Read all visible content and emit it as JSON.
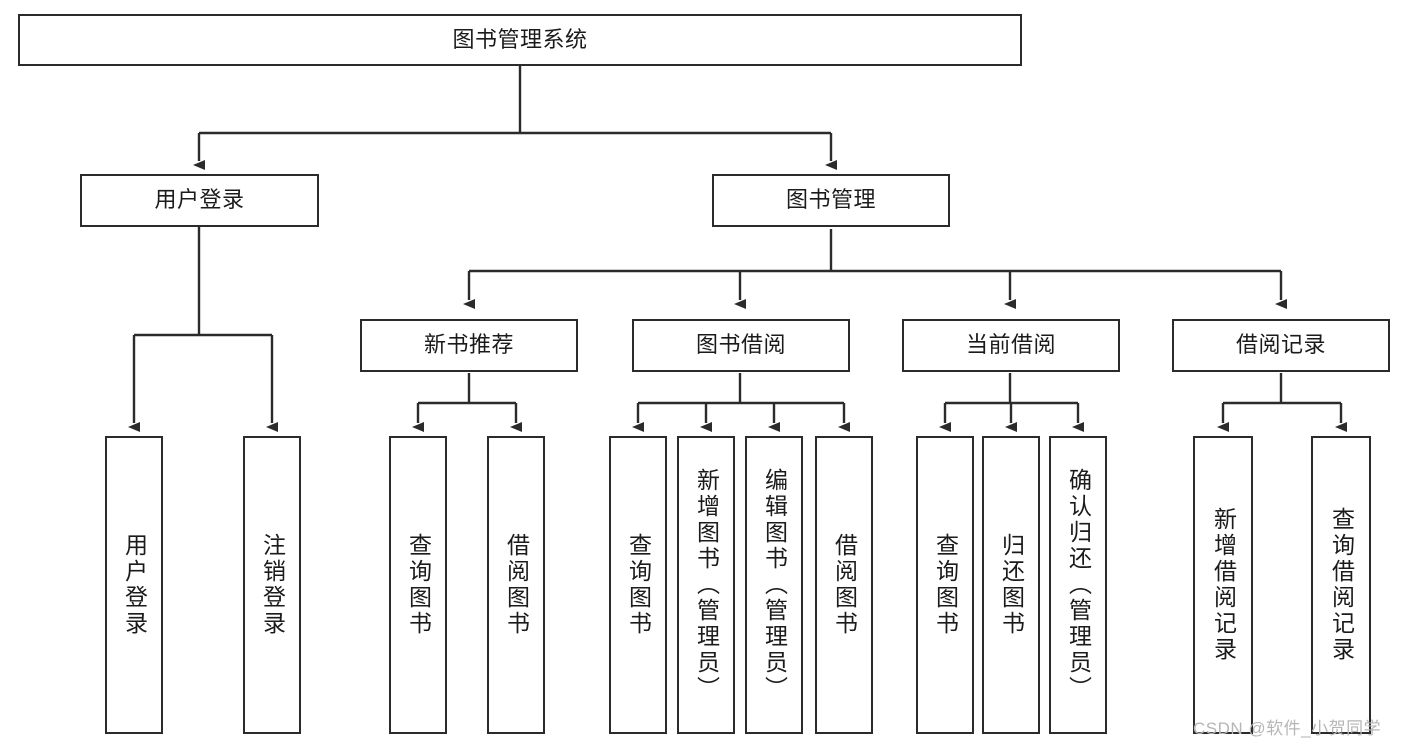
{
  "diagram": {
    "type": "hierarchy-tree",
    "title": "图书管理系统",
    "root": {
      "id": "root",
      "label": "图书管理系统",
      "orientation": "horizontal"
    },
    "level2": [
      {
        "id": "user-login",
        "label": "用户登录",
        "orientation": "horizontal"
      },
      {
        "id": "book-management",
        "label": "图书管理",
        "orientation": "horizontal"
      }
    ],
    "level3": [
      {
        "id": "new-book-recommend",
        "label": "新书推荐",
        "orientation": "horizontal",
        "parent": "book-management"
      },
      {
        "id": "book-borrow",
        "label": "图书借阅",
        "orientation": "horizontal",
        "parent": "book-management"
      },
      {
        "id": "current-borrow",
        "label": "当前借阅",
        "orientation": "horizontal",
        "parent": "book-management"
      },
      {
        "id": "borrow-record",
        "label": "借阅记录",
        "orientation": "horizontal",
        "parent": "book-management"
      }
    ],
    "leaves": [
      {
        "id": "leaf-user-login",
        "label": "用户登录",
        "parent": "user-login"
      },
      {
        "id": "leaf-user-logout",
        "label": "注销登录",
        "parent": "user-login"
      },
      {
        "id": "leaf-query-book-1",
        "label": "查询图书",
        "parent": "new-book-recommend"
      },
      {
        "id": "leaf-borrow-book-1",
        "label": "借阅图书",
        "parent": "new-book-recommend"
      },
      {
        "id": "leaf-query-book-2",
        "label": "查询图书",
        "parent": "book-borrow"
      },
      {
        "id": "leaf-add-book",
        "label": "新增图书（管理员）",
        "parent": "book-borrow"
      },
      {
        "id": "leaf-edit-book",
        "label": "编辑图书（管理员）",
        "parent": "book-borrow"
      },
      {
        "id": "leaf-borrow-book-2",
        "label": "借阅图书",
        "parent": "book-borrow"
      },
      {
        "id": "leaf-query-book-3",
        "label": "查询图书",
        "parent": "current-borrow"
      },
      {
        "id": "leaf-return-book",
        "label": "归还图书",
        "parent": "current-borrow"
      },
      {
        "id": "leaf-confirm-return",
        "label": "确认归还（管理员）",
        "parent": "current-borrow"
      },
      {
        "id": "leaf-add-record",
        "label": "新增借阅记录",
        "parent": "borrow-record"
      },
      {
        "id": "leaf-query-record",
        "label": "查询借阅记录",
        "parent": "borrow-record"
      }
    ]
  },
  "watermark": {
    "text": "CSDN @软件_小贺同学"
  },
  "colors": {
    "stroke": "#2b2b2b",
    "text": "#1b1b1b",
    "background": "#ffffff",
    "watermark": "#b6b6b6"
  }
}
